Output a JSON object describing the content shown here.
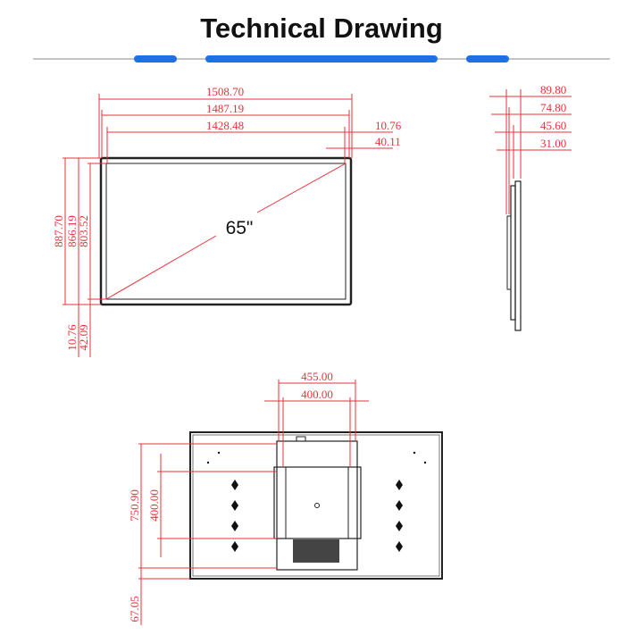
{
  "title": "Technical Drawing",
  "colors": {
    "accent": "#1f6fe5",
    "dimension": "#e8323a",
    "outline": "#222222"
  },
  "front_view": {
    "diagonal_label": "65\"",
    "widths": [
      "1508.70",
      "1487.19",
      "1428.48"
    ],
    "right_offsets": [
      "10.76",
      "40.11"
    ],
    "heights": [
      "887.70",
      "866.19",
      "803.52"
    ],
    "bottom_offsets": [
      "10.76",
      "42.09"
    ]
  },
  "side_view": {
    "depths": [
      "89.80",
      "74.80",
      "45.60",
      "31.00"
    ]
  },
  "back_view": {
    "widths": [
      "455.00",
      "400.00"
    ],
    "heights": [
      "750.90",
      "400.00"
    ],
    "bottom_offset": "67.05"
  }
}
